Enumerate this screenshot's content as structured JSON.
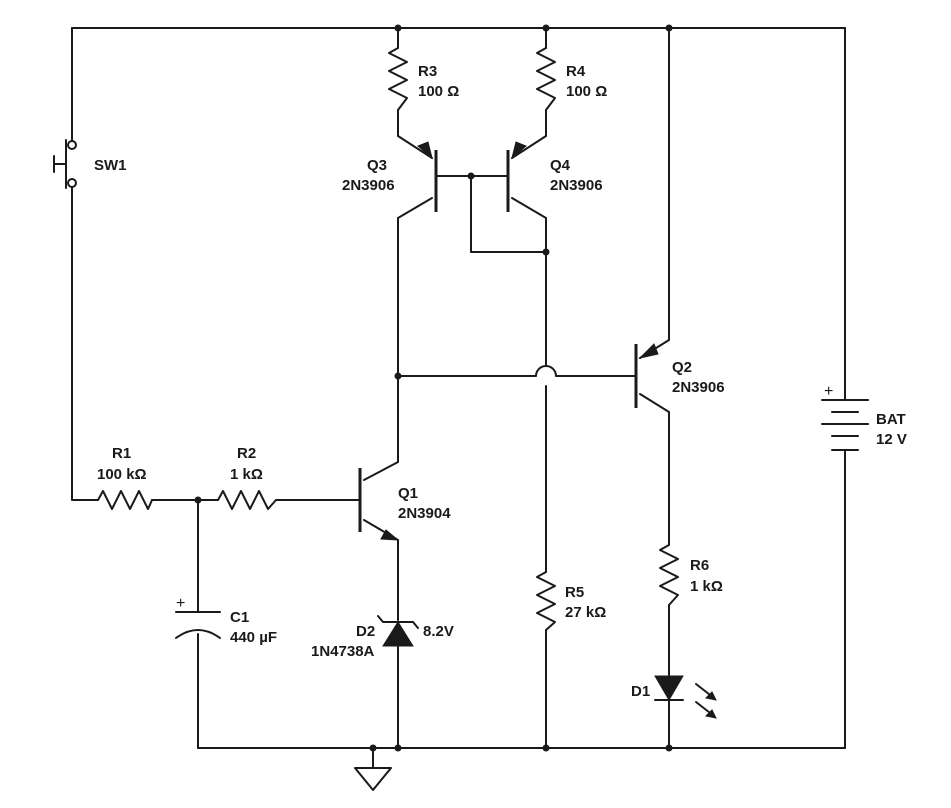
{
  "components": {
    "sw1": {
      "ref": "SW1"
    },
    "r1": {
      "ref": "R1",
      "value": "100 kΩ"
    },
    "r2": {
      "ref": "R2",
      "value": "1 kΩ"
    },
    "r3": {
      "ref": "R3",
      "value": "100 Ω"
    },
    "r4": {
      "ref": "R4",
      "value": "100 Ω"
    },
    "r5": {
      "ref": "R5",
      "value": "27 kΩ"
    },
    "r6": {
      "ref": "R6",
      "value": "1 kΩ"
    },
    "q1": {
      "ref": "Q1",
      "value": "2N3904"
    },
    "q2": {
      "ref": "Q2",
      "value": "2N3906"
    },
    "q3": {
      "ref": "Q3",
      "value": "2N3906"
    },
    "q4": {
      "ref": "Q4",
      "value": "2N3906"
    },
    "c1": {
      "ref": "C1",
      "value": "440 µF",
      "polarity": "+"
    },
    "d1": {
      "ref": "D1"
    },
    "d2": {
      "ref": "D2",
      "value": "1N4738A",
      "voltage": "8.2V"
    },
    "bat": {
      "ref": "BAT",
      "value": "12 V",
      "polarity": "+"
    }
  }
}
